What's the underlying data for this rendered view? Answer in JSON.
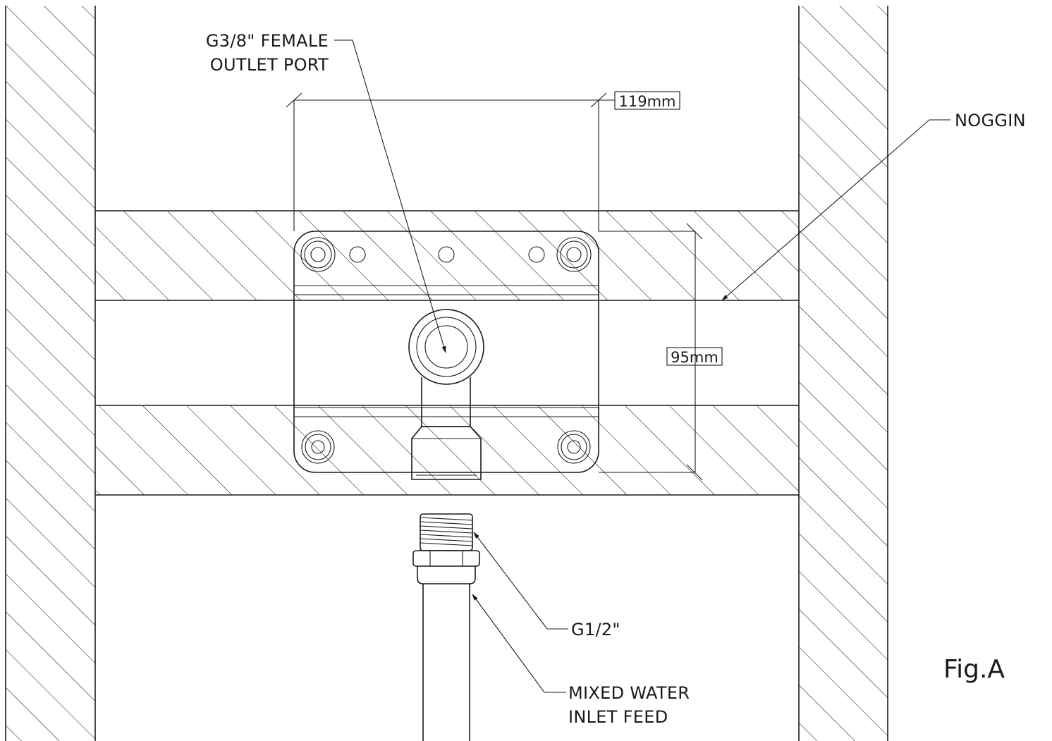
{
  "labels": {
    "outlet_port_line1": "G3/8\" FEMALE",
    "outlet_port_line2": "OUTLET PORT",
    "noggin": "NOGGIN",
    "inlet_thread": "G1/2\"",
    "inlet_feed_line1": "MIXED WATER",
    "inlet_feed_line2": "INLET FEED",
    "figure": "Fig.A"
  },
  "dimensions": {
    "width": "119mm",
    "height": "95mm"
  },
  "colors": {
    "line": "#1a1a1a",
    "background": "#ffffff"
  }
}
